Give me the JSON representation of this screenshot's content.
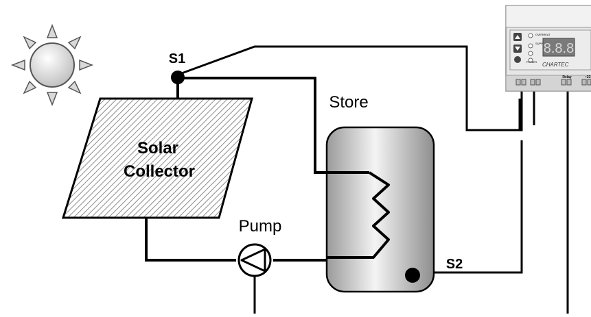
{
  "labels": {
    "s1": "S1",
    "s2": "S2",
    "store": "Store",
    "pump": "Pump",
    "collector_line1": "Solar",
    "collector_line2": "Collector"
  },
  "controller": {
    "display": "8.8.8",
    "brand": "CHARTEC",
    "relay_label": "Relay",
    "power_label": "~23",
    "indicator_labels": [
      "OVERHEAT",
      "SUPPLY",
      "POWER"
    ]
  },
  "icons": [
    "sun-icon",
    "pump-icon",
    "sensor-s1-icon",
    "sensor-s2-icon",
    "up-arrow-icon",
    "down-arrow-icon"
  ],
  "colors": {
    "line": "#000000",
    "sun_fill": "#e8e8e8",
    "tank_fill": "#cfcfcf",
    "controller_body": "#e6e6e6",
    "display_bg": "#7a7a7a"
  }
}
